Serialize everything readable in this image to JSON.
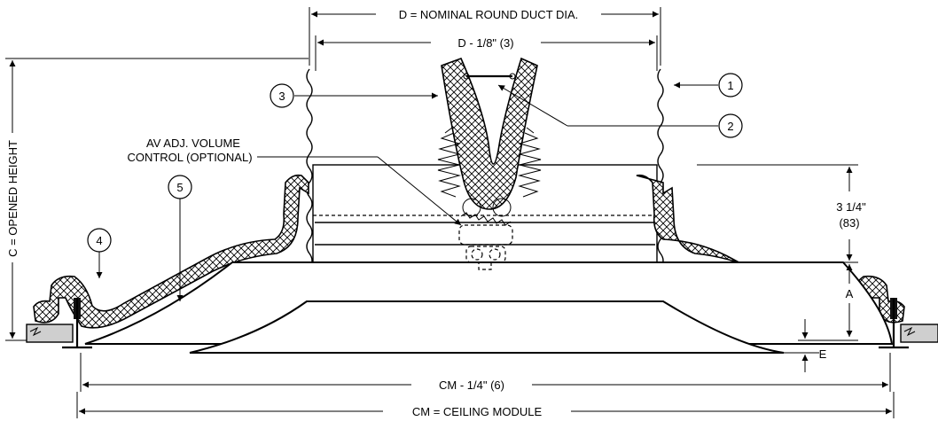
{
  "dimensions": {
    "duct_dia": "D = NOMINAL ROUND DUCT DIA.",
    "inner_dia": "D - 1/8\" (3)",
    "opened_height": "C = OPENED HEIGHT",
    "collar_height": "3 1/4\"",
    "collar_height_mm": "(83)",
    "a_label": "A",
    "e_label": "E",
    "cm_inner": "CM - 1/4\" (6)",
    "cm": "CM = CEILING MODULE"
  },
  "callouts": {
    "av_line1": "AV ADJ. VOLUME",
    "av_line2": "CONTROL (OPTIONAL)",
    "items": [
      "1",
      "2",
      "3",
      "4",
      "5"
    ]
  }
}
